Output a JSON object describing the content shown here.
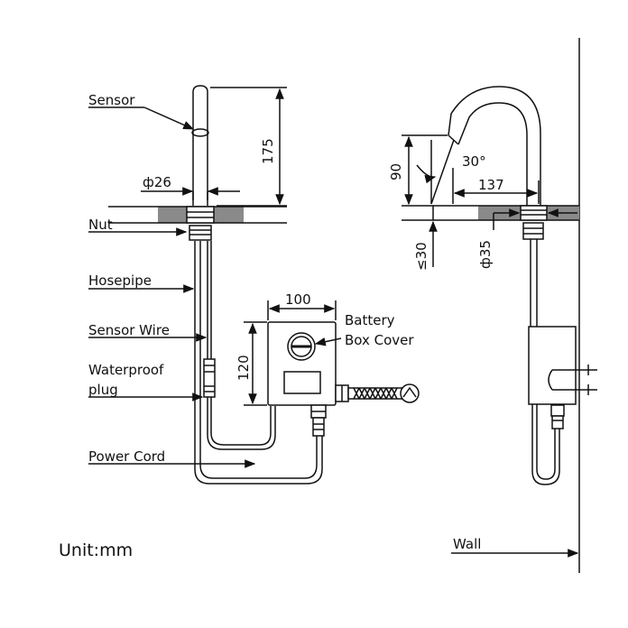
{
  "labels": {
    "sensor": "Sensor",
    "nut": "Nut",
    "hosepipe": "Hosepipe",
    "sensor_wire": "Sensor Wire",
    "waterproof_line1": "Waterproof",
    "waterproof_line2": "plug",
    "power_cord": "Power Cord",
    "battery_line1": "Battery",
    "battery_line2": "Box Cover",
    "wall": "Wall",
    "unit": "Unit:mm"
  },
  "dimensions": {
    "height": "175",
    "spout_diameter": "ф26",
    "box_width": "100",
    "box_height": "120",
    "side_height": "90",
    "angle": "30°",
    "reach": "137",
    "deck_thickness": "≤30",
    "hole_diameter": "ф35"
  },
  "colors": {
    "line": "#111111",
    "deck_fill": "#8a8a8a",
    "background": "#ffffff"
  }
}
